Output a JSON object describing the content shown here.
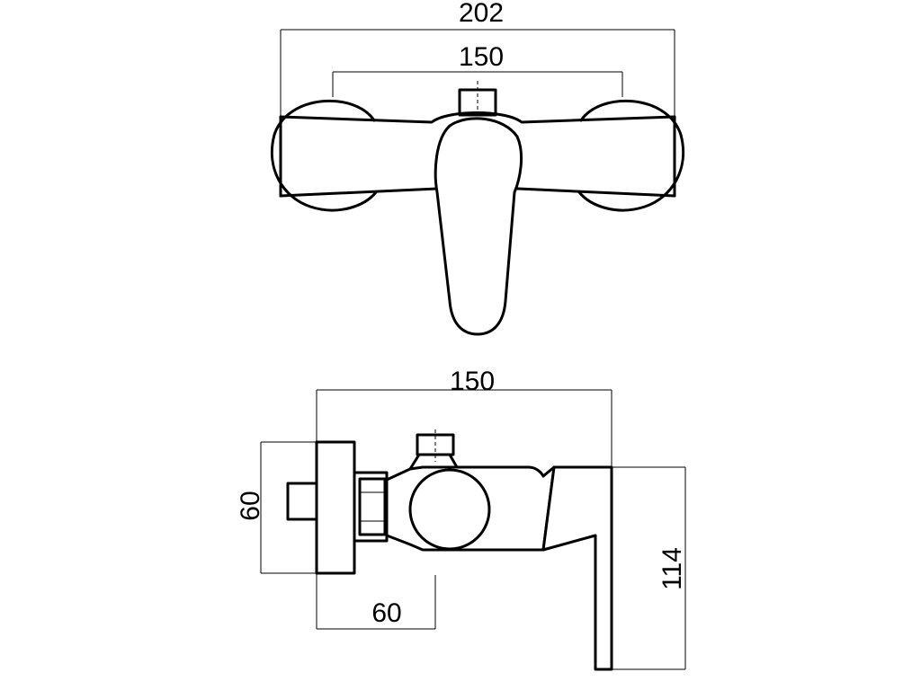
{
  "dimensions": {
    "front_overall_width": "202",
    "front_centers": "150",
    "side_depth": "150",
    "side_height": "60",
    "side_offset": "60",
    "side_lever_height": "114"
  }
}
